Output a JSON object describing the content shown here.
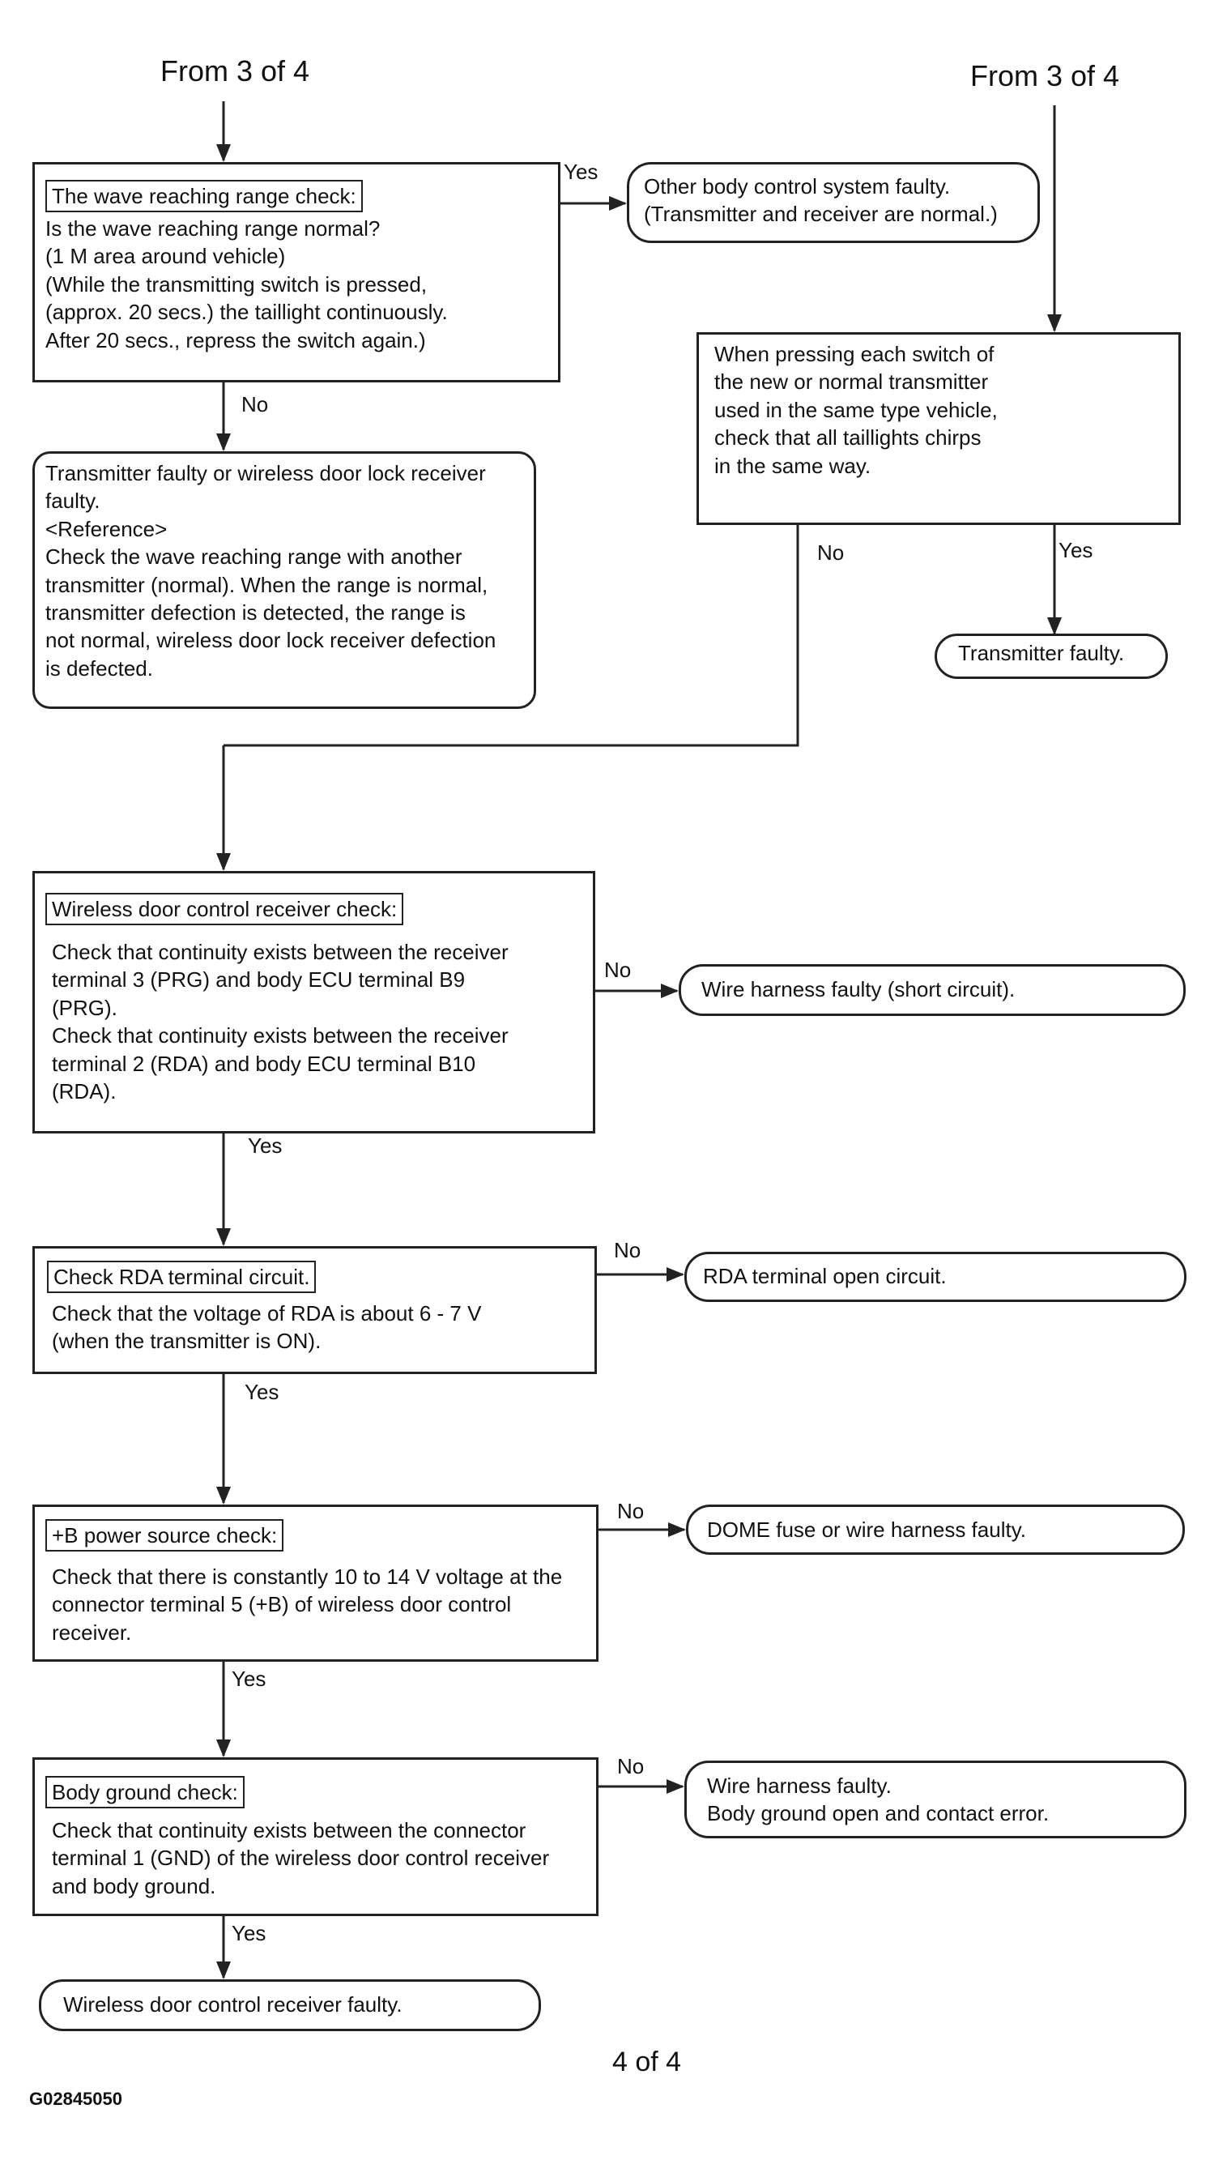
{
  "header": {
    "from_left": "From 3 of 4",
    "from_right": "From 3 of 4"
  },
  "wave_check": {
    "title": "The wave reaching range check:",
    "body": "Is the wave reaching range normal?\n(1 M area around vehicle)\n(While the transmitting switch is pressed,\n(approx. 20 secs.) the taillight continuously.\nAfter 20 secs., repress the switch again.)"
  },
  "other_faulty": {
    "text": "Other body control system faulty.\n(Transmitter and receiver are normal.)"
  },
  "tx_or_rx_faulty": {
    "text": "Transmitter faulty or wireless door lock receiver\nfaulty.\n<Reference>\nCheck the wave reaching range with another\ntransmitter (normal). When the range is normal,\ntransmitter defection is detected, the range is\nnot normal, wireless door lock receiver defection\nis defected."
  },
  "press_switch": {
    "text": "When pressing each switch of\nthe new or normal transmitter\nused in the same type vehicle,\ncheck that all taillights chirps\nin the same way."
  },
  "tx_faulty": {
    "text": "Transmitter faulty."
  },
  "receiver_check": {
    "title": "Wireless door control receiver check:",
    "body": "Check that continuity exists between the receiver\nterminal 3 (PRG) and body ECU terminal B9\n(PRG).\nCheck that continuity exists between the receiver\nterminal 2 (RDA) and body ECU terminal B10\n(RDA)."
  },
  "harness_short": {
    "text": "Wire harness faulty (short circuit)."
  },
  "rda_check": {
    "title": "Check RDA terminal circuit.",
    "body": "Check that the voltage of RDA is about 6 - 7 V\n(when the transmitter is ON)."
  },
  "rda_open": {
    "text": "RDA terminal open circuit."
  },
  "power_check": {
    "title": "+B power source check:",
    "body": "Check that there is constantly 10 to 14 V voltage at the\nconnector terminal 5 (+B) of wireless door control\nreceiver."
  },
  "dome_faulty": {
    "text": "DOME fuse or wire harness faulty."
  },
  "ground_check": {
    "title": "Body ground check:",
    "body": "Check that continuity exists between the connector\nterminal 1 (GND) of the wireless door control receiver\nand body ground."
  },
  "ground_faulty": {
    "text": "Wire harness faulty.\nBody ground open and contact error."
  },
  "receiver_faulty": {
    "text": "Wireless door control receiver faulty."
  },
  "labels": {
    "yes_wave": "Yes",
    "no_wave": "No",
    "no_press": "No",
    "yes_press": "Yes",
    "no_receiver": "No",
    "yes_receiver": "Yes",
    "no_rda": "No",
    "yes_rda": "Yes",
    "no_power": "No",
    "yes_power": "Yes",
    "no_ground": "No",
    "yes_ground": "Yes"
  },
  "footer": {
    "page": "4 of 4",
    "code": "G02845050"
  }
}
